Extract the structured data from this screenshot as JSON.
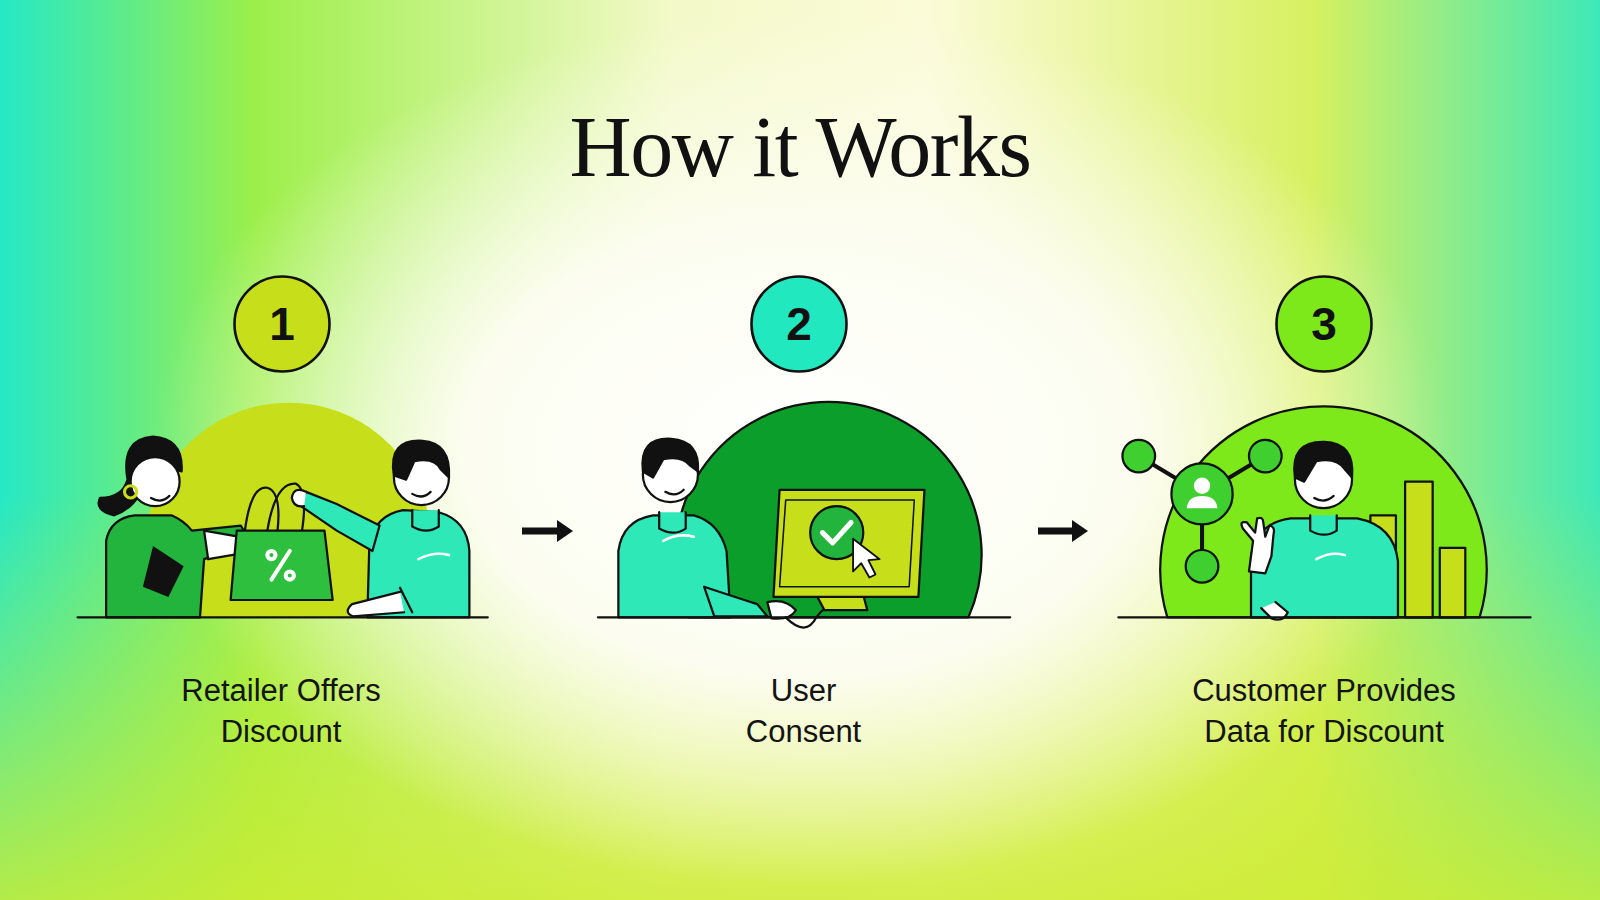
{
  "diagram": {
    "title": "How it Works",
    "nodes": [
      {
        "text": [
          "1"
        ]
      },
      {
        "text": [
          "Retailer Offers Discount"
        ]
      },
      {
        "text": [
          "2"
        ]
      },
      {
        "text": [
          "User Consent"
        ]
      },
      {
        "text": [
          "3"
        ]
      },
      {
        "text": [
          "Customer Provides Data for Discount"
        ]
      }
    ],
    "edges": [
      {
        "from": 1,
        "to": 3,
        "arrow": "to"
      },
      {
        "from": 3,
        "to": 5,
        "arrow": "to"
      }
    ]
  }
}
